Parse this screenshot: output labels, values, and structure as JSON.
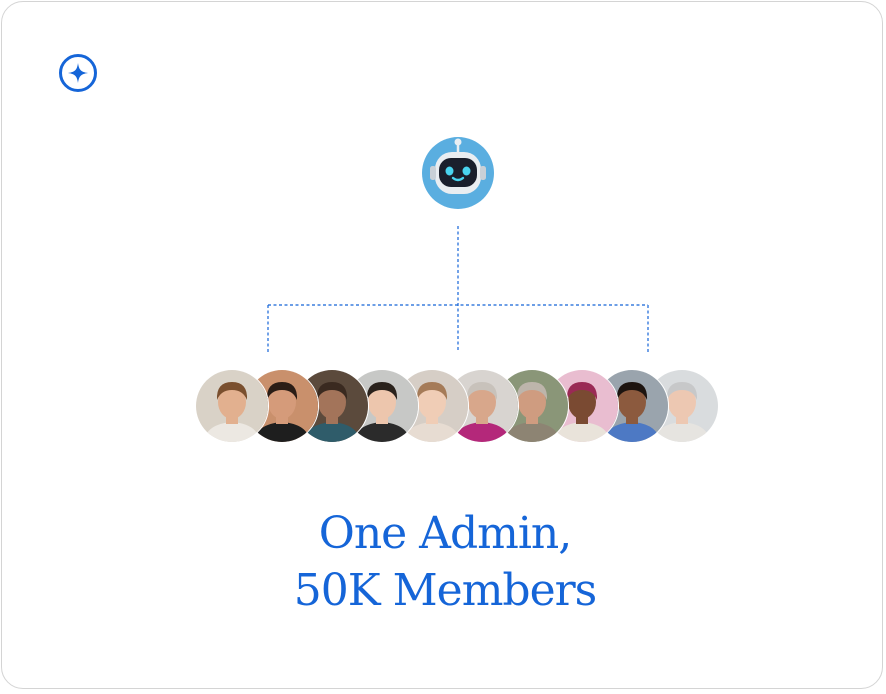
{
  "colors": {
    "accent": "#1565d8",
    "border": "#d4d4d4",
    "bot_bg": "#5aaee0"
  },
  "icons": {
    "logo": "sparkle-circle-icon",
    "bot": "robot-icon"
  },
  "headline": {
    "line1": "One Admin,",
    "line2": "50K Members"
  },
  "members": [
    {
      "name": "member-1",
      "bg": "#d9d2c7",
      "skin": "#e2b08f",
      "hair": "#7a4f2e",
      "shirt": "#ece8e2"
    },
    {
      "name": "member-2",
      "bg": "#c9906c",
      "skin": "#d59b7a",
      "hair": "#2b1d16",
      "shirt": "#1e1e1e"
    },
    {
      "name": "member-3",
      "bg": "#5b4a3c",
      "skin": "#a3745a",
      "hair": "#3a2a20",
      "shirt": "#2f5c6a"
    },
    {
      "name": "member-4",
      "bg": "#c7c8c6",
      "skin": "#edc6ad",
      "hair": "#2a221c",
      "shirt": "#2b2b2b"
    },
    {
      "name": "member-5",
      "bg": "#d6cec6",
      "skin": "#f0cdb6",
      "hair": "#a57b58",
      "shirt": "#e7dcd2"
    },
    {
      "name": "member-6",
      "bg": "#d8d4d0",
      "skin": "#d8a78b",
      "hair": "#c8c2bb",
      "shirt": "#b4287a"
    },
    {
      "name": "member-7",
      "bg": "#8a9678",
      "skin": "#cf9c80",
      "hair": "#bdb5ab",
      "shirt": "#8d8473"
    },
    {
      "name": "member-8",
      "bg": "#e9bdd0",
      "skin": "#7a4a32",
      "hair": "#9a2a55",
      "shirt": "#e9e3da"
    },
    {
      "name": "member-9",
      "bg": "#9aa4ad",
      "skin": "#8c5a3e",
      "hair": "#1d1410",
      "shirt": "#4d79c4"
    },
    {
      "name": "member-10",
      "bg": "#d9dcde",
      "skin": "#edc8b2",
      "hair": "#c7c8c9",
      "shirt": "#e6e4e0"
    }
  ]
}
